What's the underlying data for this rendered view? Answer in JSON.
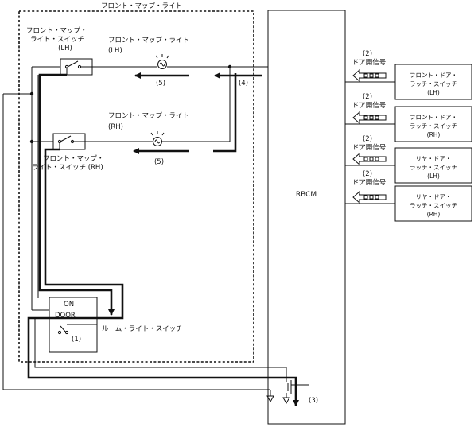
{
  "region_label": "フロント・マップ・ライト",
  "rbcm_label": "RBCM",
  "sw_lh_label": [
    "フロント・マップ・",
    "ライト・スイッチ",
    "(LH)"
  ],
  "sw_rh_label": [
    "フロント・マップ・",
    "ライト・スイッチ (RH)"
  ],
  "lamp_lh_label": [
    "フロント・マップ・ライト",
    "(LH)"
  ],
  "lamp_rh_label": [
    "フロント・マップ・ライト",
    "(RH)"
  ],
  "room_switch": {
    "on": "ON",
    "door": "DOOR",
    "name": "ルーム・ライト・スイッチ",
    "num": "(1)"
  },
  "callouts": {
    "c3": "(3)",
    "c4": "(4)",
    "c5": "(5)",
    "c2": "(2)"
  },
  "signal_label": "ドア開信号",
  "door_switches": [
    {
      "lines": [
        "フロント・ドア・",
        "ラッチ・スイッチ",
        "(LH)"
      ]
    },
    {
      "lines": [
        "フロント・ドア・",
        "ラッチ・スイッチ",
        "(RH)"
      ]
    },
    {
      "lines": [
        "リヤ・ドア・",
        "ラッチ・スイッチ",
        "(LH)"
      ]
    },
    {
      "lines": [
        "リヤ・ドア・",
        "ラッチ・スイッチ",
        "(RH)"
      ]
    }
  ]
}
